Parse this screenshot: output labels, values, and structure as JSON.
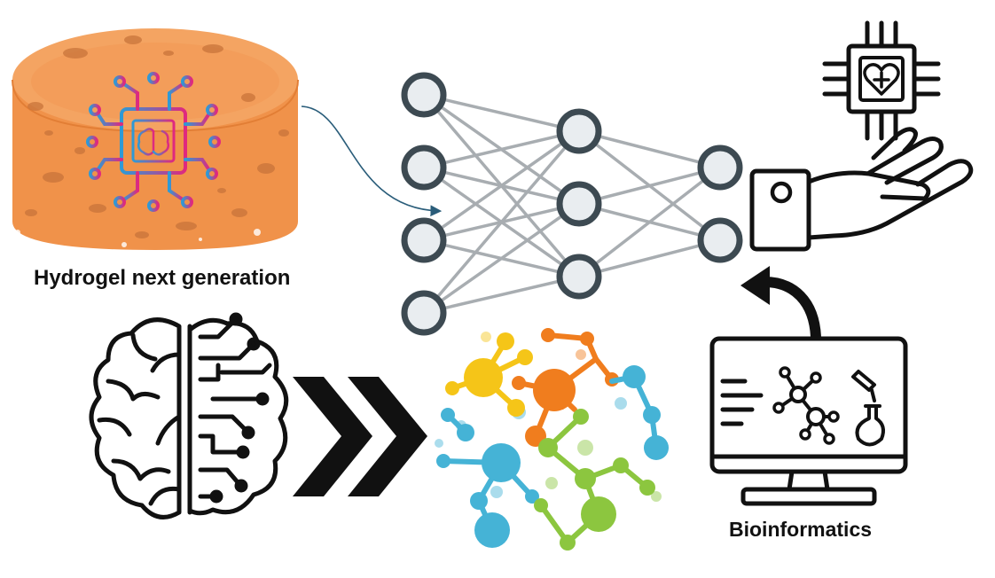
{
  "labels": {
    "hydrogel": "Hydrogel next generation",
    "bioinformatics": "Bioinformatics"
  },
  "colors": {
    "hydrogel_fill": "#f0924a",
    "hydrogel_top": "#f4a462",
    "hydrogel_pore": "#c9743a",
    "chip_gradient_start": "#2e9ad6",
    "chip_gradient_end": "#e0287e",
    "node_ring": "#3d4a52",
    "node_fill": "#e9edf0",
    "edge": "#a8adb1",
    "icon_stroke": "#111111",
    "molecule_yellow": "#f5c518",
    "molecule_orange": "#f07d1e",
    "molecule_blue": "#45b3d6",
    "molecule_green": "#8cc63f"
  },
  "network": {
    "layers": [
      4,
      3,
      2
    ]
  },
  "icons": [
    "hydrogel-cylinder-icon",
    "chip-brain-icon",
    "neural-network-icon",
    "health-chip-icon",
    "hand-icon",
    "brain-circuit-icon",
    "double-chevron-icon",
    "molecule-cloud-icon",
    "computer-monitor-icon",
    "curved-arrow-icon"
  ]
}
